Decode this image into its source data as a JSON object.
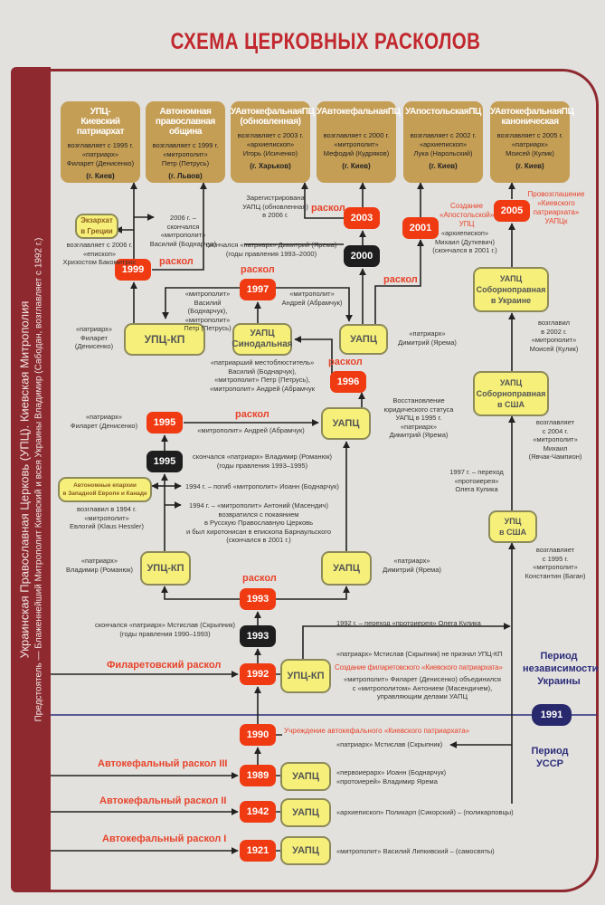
{
  "title": "СХЕМА ЦЕРКОВНЫХ РАСКОЛОВ",
  "sidebar": {
    "line1": "Украинская Православная Церковь (УПЦ). Киевская Митрополия",
    "line2": "Предстоятель — Блаженнейший Митрополит Киевский и всея Украины Владимир (Сабодан, возглавляет с 1992 г.)"
  },
  "top_boxes": [
    {
      "name": "УПЦ-\nКиевский\nпатриархат",
      "desc": "возглавляет с 1995 г.\n«патриарх»\nФиларет (Денисенко)",
      "city": "(г. Киев)"
    },
    {
      "name": "Автономная\nправославная\nобщина",
      "desc": "возглавляет с 1999 г.\n«митрополит»\nПетр (Петрусь)",
      "city": "(г. Львов)"
    },
    {
      "name": "УАвтокефальнаяПЦ\n(обновленная)",
      "desc": "возглавляет с 2003 г.\n«архиепископ»\nИгорь (Исиченко)",
      "city": "(г. Харьков)"
    },
    {
      "name": "УАвтокефальнаяПЦ",
      "desc": "возглавляет с 2000 г.\n«митрополит»\nМефодий (Кудряков)",
      "city": "(г. Киев)"
    },
    {
      "name": "УАпостольскаяПЦ",
      "desc": "возглавляет с 2002 г.\n«архиепископ»\nЛука (Нарольский)",
      "city": "(г. Киев)"
    },
    {
      "name": "УАвтокефальнаяПЦ\nканоническая",
      "desc": "возглавляет с 2005 г.\n«патриарх»\nМоисей (Кулик)",
      "city": "(г. Киев)"
    }
  ],
  "years": {
    "y1999": "1999",
    "y1997": "1997",
    "y2003": "2003",
    "y2000": "2000",
    "y2001": "2001",
    "y2005": "2005",
    "y1996": "1996",
    "y1995r": "1995",
    "y1995b": "1995",
    "y1993r": "1993",
    "y1993b": "1993",
    "y1992": "1992",
    "y1991": "1991",
    "y1990": "1990",
    "y1989": "1989",
    "y1942": "1942",
    "y1921": "1921"
  },
  "boxes": {
    "exarchate": "Экзархат\nв Греции",
    "upckp1": "УПЦ-КП",
    "sinod": "УАПЦ\nСинодальная",
    "uapc1": "УАПЦ",
    "sobor_ua": "УАПЦ\nСоборноправная\nв Украине",
    "uapc2": "УАПЦ",
    "sobor_us": "УАПЦ\nСоборноправная\nв США",
    "autonom": "Автономные епархии\nв Западной Европе и Канаде",
    "upc_us": "УПЦ\nв США",
    "upckp2": "УПЦ-КП",
    "uapc3": "УАПЦ",
    "upckp3": "УПЦ-КП",
    "uapc1989": "УАПЦ",
    "uapc1942": "УАПЦ",
    "uapc1921": "УАПЦ"
  },
  "schism": "раскол",
  "notes": {
    "exarch": "возглавляет с 2006 г.\n«епископ»\nХризостом Бакомитрос",
    "vasily2006": "2006 г. –\nскончался\n«митрополит»\nВасилий (Боднарчук)",
    "registered": "Зарегистрирована\nУАПЦ (обновленная)\nв 2006 г.",
    "dimitry_death": "скончался «патриарх» Димитрий (Ярема)\n(годы правления 1993–2000)",
    "apost_red": "Создание\n«Апостольской»\nУПЦ",
    "apost": "«архиепископ»\nМихаил (Дуткевич)\n(скончался в 2001 г.)",
    "kp_red": "Провозглашение\n«Киевского\nпатриархата»\nУАПЦк",
    "left_1997": "«митрополит»\nВасилий (Боднарчук),\n«митрополит»\nПетр (Петрусь)",
    "right_1997": "«митрополит»\nАндрей (Абрамчук)",
    "filaret1": "«патриарх»\nФиларет\n(Денисенко)",
    "sinod": "«патриарший местоблюститель»\nВасилий (Боднарчук),\n«митрополит» Петр (Петрусь),\n«митрополит» Андрей (Абрамчук",
    "dimitry1": "«патриарх»\nДимитрий (Ярема)",
    "moisey": "возглавил\nв 2002 г.\n«митрополит»\nМоисей (Кулик)",
    "filaret2": "«патриарх»\nФиларет (Денисенко)",
    "andrey1995": "«митрополит» Андрей (Абрамчук)",
    "restore": "Восстановление\nюридического статуса\nУАПЦ в 1995 г.\n«патриарх»\nДимитрий (Ярема)",
    "mikhail": "возглавляет\nс 2004 г.\n«митрополит»\nМихаил\n(Явчак-Чампион)",
    "vladimir_death": "скончался «патриарх» Владимир (Романюк)\n(годы правления 1993–1995)",
    "ioann1994": "1994 г. – погиб «митрополит» Иоанн (Боднарчук)",
    "antony1994": "1994 г. – «митрополит» Антоний (Масендич)\nвозвратился с покаянием\nв Русскую Православную Церковь\nи был хиротонисан в епископа Барнаульского\n(скончался в 2001 г.)",
    "evlogy": "возглавил в 1994 г.\n«митрополит»\nЕвлогий (Klaus Hessler)",
    "kulik1997": "1997 г. – переход\n«протоиерея»\nОлега Кулика",
    "vladimir1": "«патриарх»\nВладимир (Романюк)",
    "dimitry2": "«патриарх»\nДимитрий (Ярема)",
    "konstantin": "возглавляет\nс 1995 г.\n«митрополит»\nКонстантин (Баган)",
    "mstislav_death": "скончался «патриарх» Мстислав (Скрыпник)\n(годы правления 1990–1993)",
    "kulik1992": "1992 г. – переход «протоиерея» Олега Кулика",
    "mstislav_no": "«патриарх» Мстислав (Скрыпник) не признал УПЦ-КП",
    "filaret_red": "Создание филаретовского «Киевского патриархата»",
    "filaret_join": "«митрополит» Филарет (Денисенко) объединился\nс «митрополитом» Антонием (Масендичем),\nуправляющим делами УАПЦ",
    "kp1990_red": "Учреждение автокефального «Киевского патриархата»",
    "mstislav1990": "«патриарх» Мстислав (Скрыпник)",
    "n1989": "«первоиерарх» Иоанн (Боднарчук)\n«протоиерей» Владимир Ярема",
    "n1942": "«архиепископ» Поликарп (Сикорский) – (поликарповцы)",
    "n1921": "«митрополит» Василий Липкивский – (самосвяты)"
  },
  "schisms": {
    "filaret": "Филаретовский раскол",
    "auto3": "Автокефальный раскол III",
    "auto2": "Автокефальный раскол II",
    "auto1": "Автокефальный раскол I"
  },
  "periods": {
    "independence": "Период\nнезависимости\nУкраины",
    "ussr": "Период\nУССР"
  },
  "colors": {
    "red": "#f03a12",
    "black": "#1e1e1e",
    "yellow": "#f6f07a",
    "tan": "#c59e56",
    "maroon": "#8e2a2f",
    "navy": "#28286c"
  }
}
